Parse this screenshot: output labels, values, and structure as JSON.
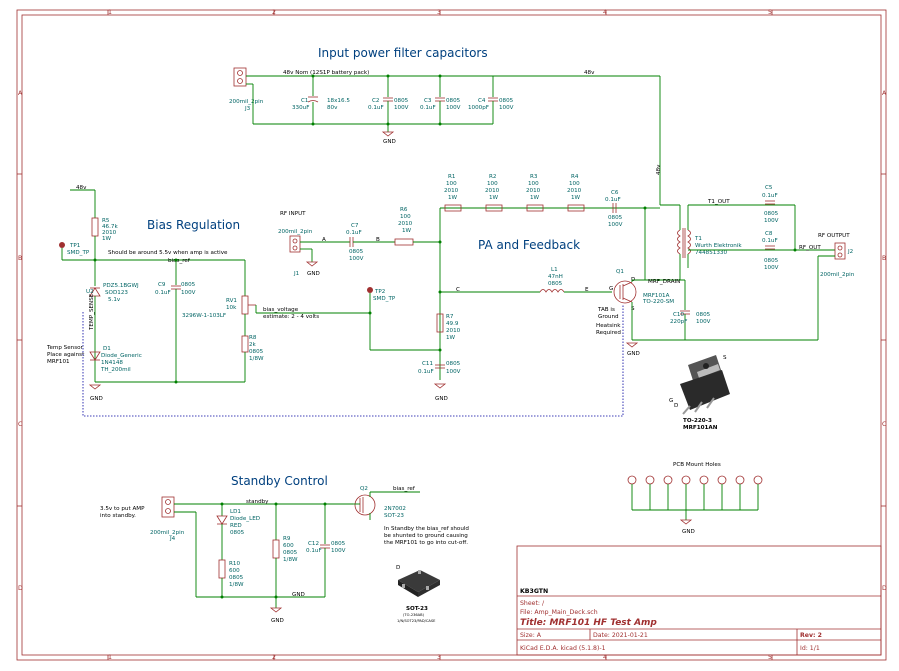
{
  "sections": {
    "input_filter": "Input power filter capacitors",
    "bias": "Bias Regulation",
    "pa": "PA and Feedback",
    "standby": "Standby Control"
  },
  "border_cols": [
    "1",
    "2",
    "3",
    "4",
    "5"
  ],
  "border_rows": [
    "A",
    "B",
    "C",
    "D"
  ],
  "nets": {
    "v48": "48v",
    "v48_nom": "48v Nom (12S1P battery pack)",
    "gnd": "GND",
    "bias_ref": "bias_ref",
    "bias_voltage": "bias_voltage",
    "standby": "standby",
    "t1_out": "T1_OUT",
    "rf_out": "RF_OUT",
    "mrf_drain": "MRF_DRAIN",
    "temp_sense": "TEMP_SENSE",
    "a": "A",
    "b": "B",
    "c": "C",
    "e": "E",
    "g": "G",
    "d": "D",
    "s": "S"
  },
  "notes": {
    "bias_ref_note": "Should be around 5.5v when amp is active",
    "bias_estimate": "estimate: 2 - 4 volts",
    "temp_sensor": [
      "Temp Sensor",
      "Place against",
      "MRF101"
    ],
    "tab_ground": [
      "TAB is",
      "Ground"
    ],
    "heatsink": [
      "Heatsink",
      "Required"
    ],
    "standby_in": [
      "3.5v to put AMP",
      "into standby."
    ],
    "standby_note": [
      "In Standby the bias_ref should",
      "be shunted to ground causing",
      "the MRF101 to go into cut-off."
    ],
    "pcb_mount": "PCB Mount Holes",
    "rf_input": "RF INPUT",
    "rf_output": "RF OUTPUT"
  },
  "components": {
    "j3": {
      "ref": "J3",
      "val": "200mil_2pin"
    },
    "c1": {
      "ref": "C1",
      "val": "330uF",
      "v1": "18x16.5",
      "v2": "80v"
    },
    "c2": {
      "ref": "C2",
      "val": "0.1uF",
      "v1": "0805",
      "v2": "100V"
    },
    "c3": {
      "ref": "C3",
      "val": "0.1uF",
      "v1": "0805",
      "v2": "100V"
    },
    "c4": {
      "ref": "C4",
      "val": "1000pF",
      "v1": "0805",
      "v2": "100V"
    },
    "r1": {
      "ref": "R1",
      "val": "100",
      "v1": "2010",
      "v2": "1W"
    },
    "r2": {
      "ref": "R2",
      "val": "100",
      "v1": "2010",
      "v2": "1W"
    },
    "r3": {
      "ref": "R3",
      "val": "100",
      "v1": "2010",
      "v2": "1W"
    },
    "r4": {
      "ref": "R4",
      "val": "100",
      "v1": "2010",
      "v2": "1W"
    },
    "r5": {
      "ref": "R5",
      "val": "46.7k",
      "v1": "2010",
      "v2": "1W"
    },
    "r6": {
      "ref": "R6",
      "val": "100",
      "v1": "2010",
      "v2": "1W"
    },
    "r7": {
      "ref": "R7",
      "val": "49.9",
      "v1": "2010",
      "v2": "1W"
    },
    "r8": {
      "ref": "R8",
      "val": "2k",
      "v1": "0805",
      "v2": "1/8W"
    },
    "r9": {
      "ref": "R9",
      "val": "600",
      "v1": "0805",
      "v2": "1/8W"
    },
    "r10": {
      "ref": "R10",
      "val": "600",
      "v1": "0805",
      "v2": "1/8W"
    },
    "c6": {
      "ref": "C6",
      "val": "0.1uF",
      "v1": "0805",
      "v2": "100V"
    },
    "c7": {
      "ref": "C7",
      "val": "0.1uF",
      "v1": "0805",
      "v2": "100V"
    },
    "c5": {
      "ref": "C5",
      "val": "0.1uF",
      "v1": "0805",
      "v2": "100V"
    },
    "c8": {
      "ref": "C8",
      "val": "0.1uF",
      "v1": "0805",
      "v2": "100V"
    },
    "c9": {
      "ref": "C9",
      "val": "0.1uF",
      "v1": "0805",
      "v2": "100V"
    },
    "c10": {
      "ref": "C10",
      "val": "220pF",
      "v1": "0805",
      "v2": "100V"
    },
    "c11": {
      "ref": "C11",
      "val": "0.1uF",
      "v1": "0805",
      "v2": "100V"
    },
    "c12": {
      "ref": "C12",
      "val": "0.1uF",
      "v1": "0805",
      "v2": "100V"
    },
    "l1": {
      "ref": "L1",
      "val": "47nH",
      "v1": "0805"
    },
    "t1": {
      "ref": "T1",
      "val": "Wurth Elektronik",
      "v1": "744851330"
    },
    "q1": {
      "ref": "Q1",
      "val": "MRF101A",
      "v1": "TO-220-SM"
    },
    "q2": {
      "ref": "Q2",
      "val": "2N7002",
      "v1": "SOT-23"
    },
    "rv1": {
      "ref": "RV1",
      "val": "10k",
      "v1": "3296W-1-103LF"
    },
    "u2": {
      "ref": "U2",
      "val": "PDZ5.1BGWJ",
      "v1": "SOD123",
      "v2": "5.1v"
    },
    "d1": {
      "ref": "D1",
      "val": "Diode_Generic",
      "v1": "1N4148",
      "v2": "TH_200mil"
    },
    "ld1": {
      "ref": "LD1",
      "val": "RED",
      "v1": "Diode_LED",
      "v2": "0805"
    },
    "j1": {
      "ref": "J1",
      "val": "200mil_2pin"
    },
    "j2": {
      "ref": "J2",
      "val": "200mil_2pin"
    },
    "j4": {
      "ref": "J4",
      "val": "200mil_2pin"
    },
    "tp1": {
      "ref": "TP1",
      "val": "SMD_TP"
    },
    "tp2": {
      "ref": "TP2",
      "val": "SMD_TP"
    }
  },
  "package_labels": {
    "to220": [
      "TO-220-3",
      "MRF101AN"
    ],
    "sot23": [
      "SOT-23",
      "(TO-236AB)",
      "1/N/SOT23/PAD/CASE"
    ]
  },
  "title_block": {
    "company": "KB3GTN",
    "sheet": "Sheet: /",
    "file": "File: Amp_Main_Deck.sch",
    "title": "Title: MRF101 HF Test Amp",
    "size": "Size: A",
    "date": "Date: 2021-01-21",
    "rev": "Rev: 2",
    "tool": "KiCad E.D.A.  kicad (5.1.8)-1",
    "id": "Id: 1/1"
  },
  "colors": {
    "wire": "#008000",
    "component": "#a03030",
    "text": "#006464",
    "frame": "#a03030",
    "section": "#00407f"
  }
}
